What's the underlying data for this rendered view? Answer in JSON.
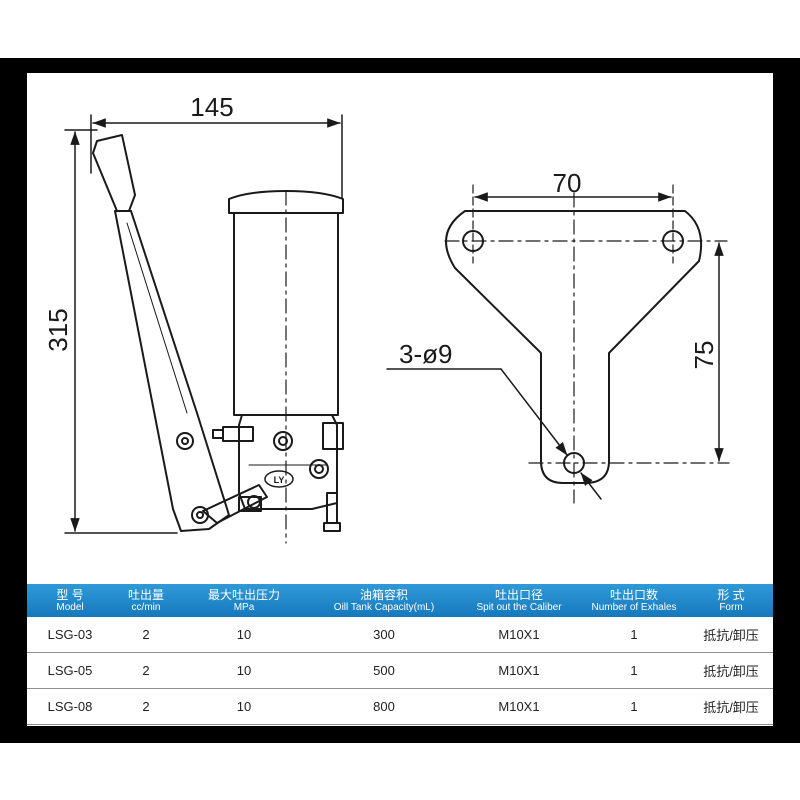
{
  "colors": {
    "frame": "#000000",
    "table_header": "#1e86c9",
    "line": "#1a1a1a"
  },
  "drawing": {
    "pump_width_dim": "145",
    "pump_height_dim": "315",
    "bracket_hole_spacing_dim": "70",
    "bracket_height_dim": "75",
    "bracket_hole_callout": "3-ø9",
    "body_badge": "LY"
  },
  "table": {
    "headers": [
      {
        "zh": "型 号",
        "en": "Model"
      },
      {
        "zh": "吐出量",
        "en": "cc/min"
      },
      {
        "zh": "最大吐出压力",
        "en": "MPa"
      },
      {
        "zh": "油箱容积",
        "en": "Oill Tank Capacity(mL)"
      },
      {
        "zh": "吐出口径",
        "en": "Spit out the Caliber"
      },
      {
        "zh": "吐出口数",
        "en": "Number of Exhales"
      },
      {
        "zh": "形 式",
        "en": "Form"
      }
    ],
    "rows": [
      [
        "LSG-03",
        "2",
        "10",
        "300",
        "M10X1",
        "1",
        "抵抗/卸压"
      ],
      [
        "LSG-05",
        "2",
        "10",
        "500",
        "M10X1",
        "1",
        "抵抗/卸压"
      ],
      [
        "LSG-08",
        "2",
        "10",
        "800",
        "M10X1",
        "1",
        "抵抗/卸压"
      ]
    ]
  }
}
